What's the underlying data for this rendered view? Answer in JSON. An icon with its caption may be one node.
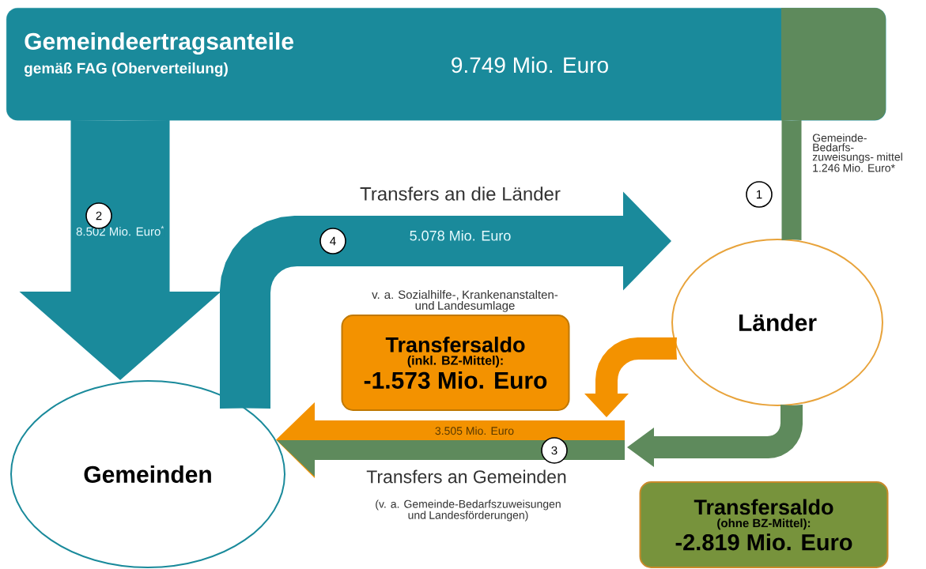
{
  "diagram": {
    "nodes": [
      {
        "text": [
          "Gemeindeertragsanteile",
          "gemäß FAG (Oberverteilung)",
          "9.749 Mio. Euro"
        ]
      },
      {
        "text": [
          "Länder"
        ]
      },
      {
        "text": [
          "Gemeinden"
        ]
      },
      {
        "text": [
          "Transfersaldo",
          "(inkl. BZ-Mittel):",
          "-1.573 Mio. Euro"
        ]
      },
      {
        "text": [
          "Transfersaldo",
          "(ohne BZ-Mittel):",
          "-2.819 Mio. Euro"
        ]
      }
    ],
    "edges": [
      {
        "from": 0,
        "to": 2,
        "arrow": "to",
        "label": "8.502 Mio. Euro$^{*}$",
        "style": "thick",
        "color": "#1a8a9b"
      },
      {
        "from": 0,
        "to": 1,
        "arrow": "none",
        "label": "Gemeinde- Bedarfs- zuweisungs- mittel 1.246 Mio. Euro*",
        "style": "thick",
        "color": "#5e8a5c"
      },
      {
        "from": 2,
        "to": 1,
        "arrow": "to",
        "label": "5.078 Mio. Euro",
        "style": "thick",
        "color": "#1a8a9b"
      },
      {
        "from": null,
        "to": 2,
        "arrow": "to",
        "label": "3.505 Mio. Euro",
        "style": "thick",
        "color": "#f39200"
      },
      {
        "from": 1,
        "to": null,
        "arrow": "to",
        "style": "thick",
        "color": "#f39200"
      },
      {
        "from": 1,
        "to": null,
        "arrow": "to",
        "style": "thick",
        "color": "#5e8a5c"
      }
    ],
    "labels": [
      "Transfers an die Länder",
      "1",
      "2",
      "4",
      "v. a. Sozialhilfe-, Krankenanstalten- und Landesumlage",
      "3",
      "Transfers an Gemeinden",
      "(v. a. Gemeinde-Bedarfszuweisungen und Landesförderungen)"
    ]
  }
}
